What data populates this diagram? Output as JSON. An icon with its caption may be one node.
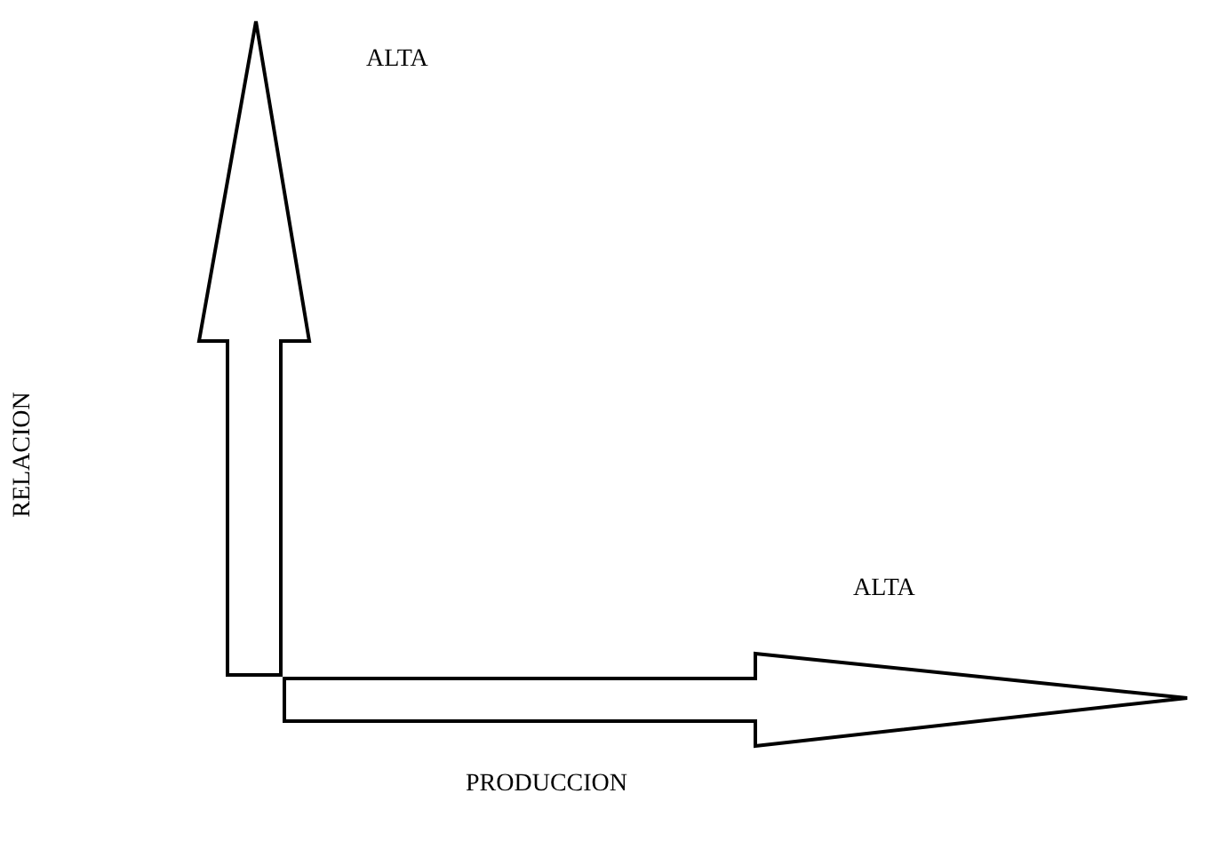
{
  "diagram": {
    "labels": [
      "ALTA",
      "RELACION",
      "ALTA",
      "PRODUCCION"
    ]
  }
}
